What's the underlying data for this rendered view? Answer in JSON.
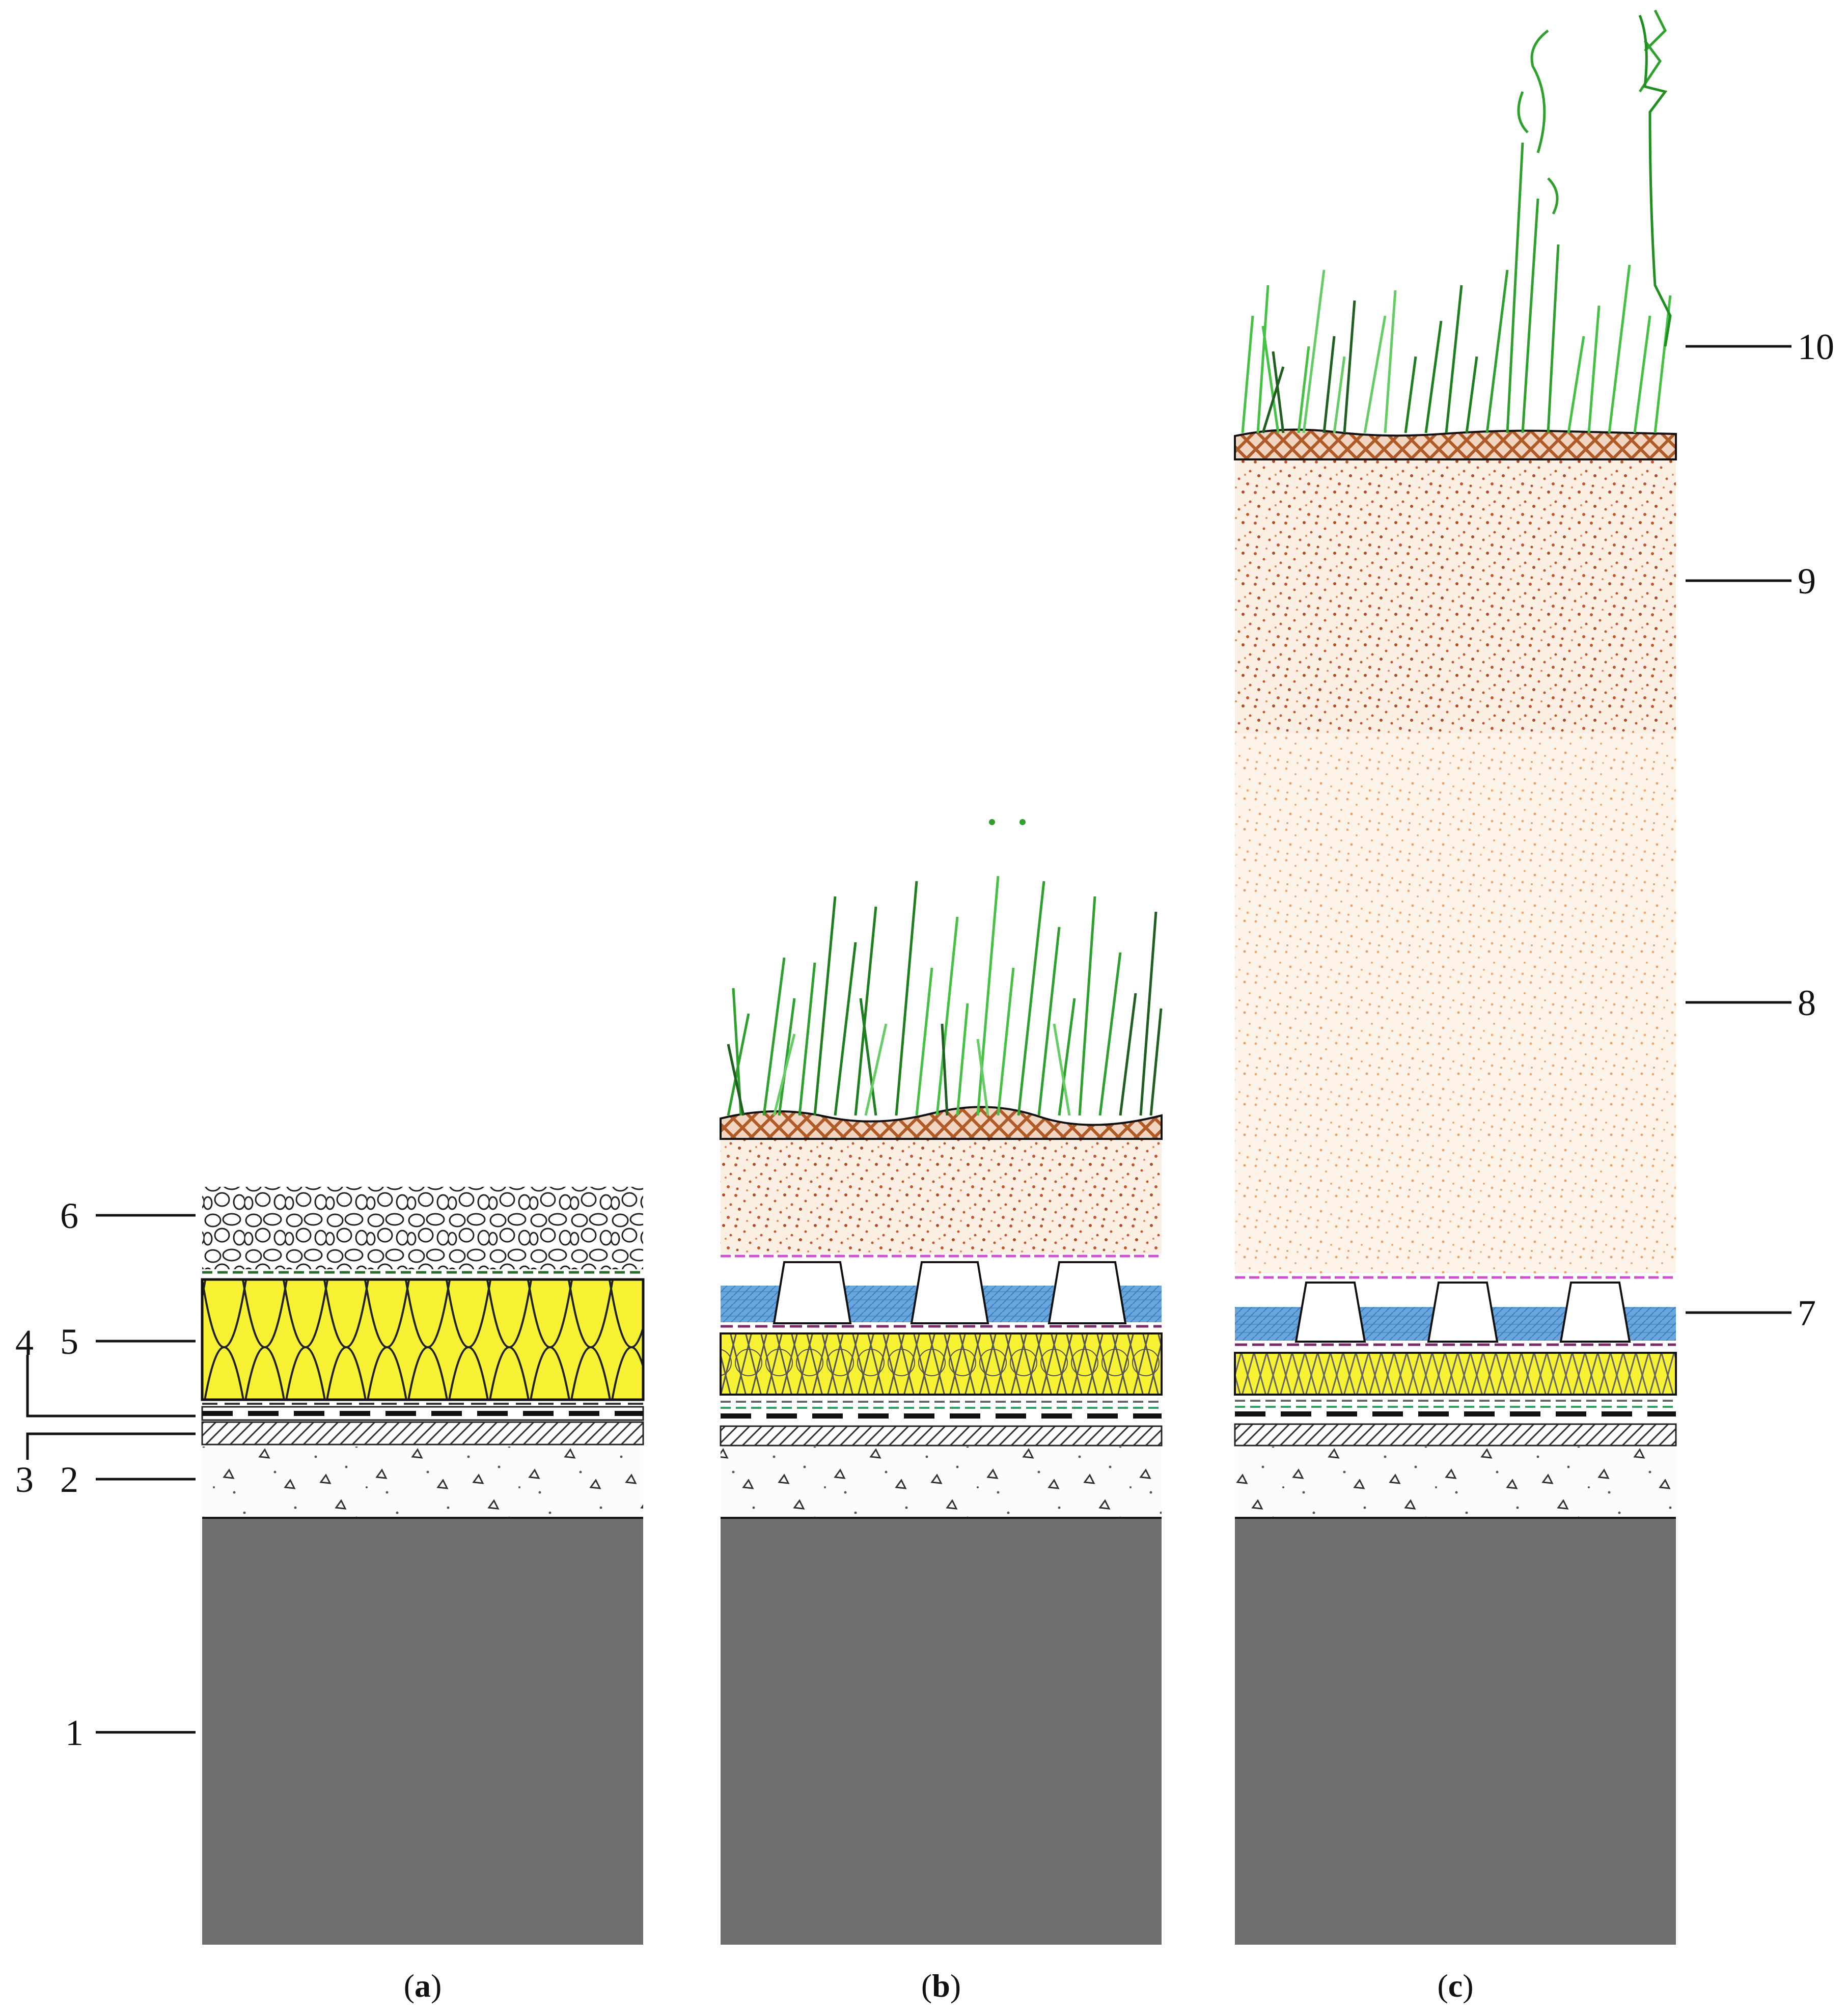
{
  "figure": {
    "title": "",
    "panels": [
      {
        "id": "a",
        "caption_open": "(",
        "caption_letter": "a",
        "caption_close": ")"
      },
      {
        "id": "b",
        "caption_open": "(",
        "caption_letter": "b",
        "caption_close": ")"
      },
      {
        "id": "c",
        "caption_open": "(",
        "caption_letter": "c",
        "caption_close": ")"
      }
    ],
    "labels": {
      "l1": "1",
      "l2": "2",
      "l3": "3",
      "l4": "4",
      "l5": "5",
      "l6": "6",
      "l7": "7",
      "l8": "8",
      "l9": "9",
      "l10": "10"
    },
    "colors": {
      "concrete_slab": "#6e6e6e",
      "insulation": "#f7f234",
      "water_retention": "#5b9bd5",
      "substrate": "#c8602a",
      "substrate_light": "#f0a060",
      "vegetation": "#2ea02e",
      "filter_fabric": "#d050d0",
      "root_mat": "#b05a28"
    }
  }
}
